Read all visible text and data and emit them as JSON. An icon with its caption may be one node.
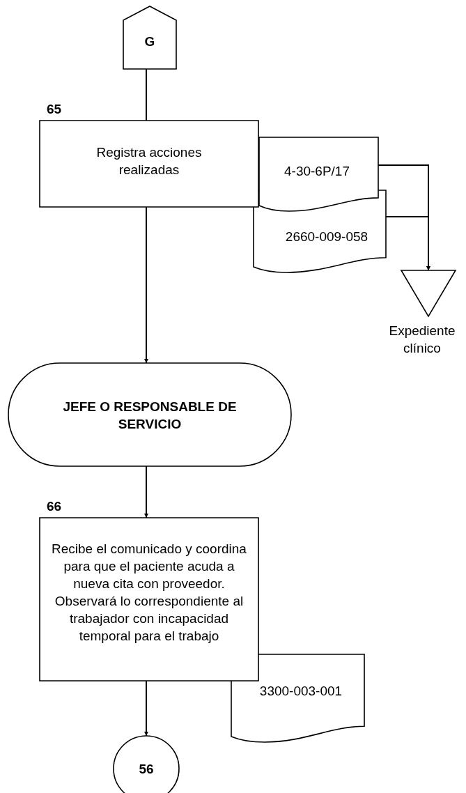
{
  "diagram": {
    "nodes": [
      {
        "text": [
          "G"
        ]
      },
      {
        "text": [
          "65",
          "Registra acciones realizadas"
        ]
      },
      {
        "text": [
          "4-30-6P/17"
        ]
      },
      {
        "text": [
          "2660-009-058"
        ]
      },
      {
        "text": [],
        "shape": "triangle",
        "beside": [
          "Expediente clínico"
        ]
      },
      {
        "text": [
          "JEFE O RESPONSABLE DE SERVICIO"
        ]
      },
      {
        "text": [
          "66",
          "Recibe el comunicado y coordina para que el paciente acuda a nueva cita con proveedor. Observará lo correspondiente al trabajador con incapacidad temporal para el trabajo"
        ]
      },
      {
        "text": [
          "3300-003-001"
        ]
      },
      {
        "text": [
          "56"
        ]
      }
    ],
    "edges": [
      {
        "from": 0,
        "to": 1,
        "arrow": "none"
      },
      {
        "from": 1,
        "to": 5,
        "arrow": "to"
      },
      {
        "from": 2,
        "to": 4,
        "arrow": "to"
      },
      {
        "from": 3,
        "to": 4,
        "arrow": "to"
      },
      {
        "from": 5,
        "to": 6,
        "arrow": "to"
      },
      {
        "from": 6,
        "to": 8,
        "arrow": "to"
      }
    ]
  }
}
